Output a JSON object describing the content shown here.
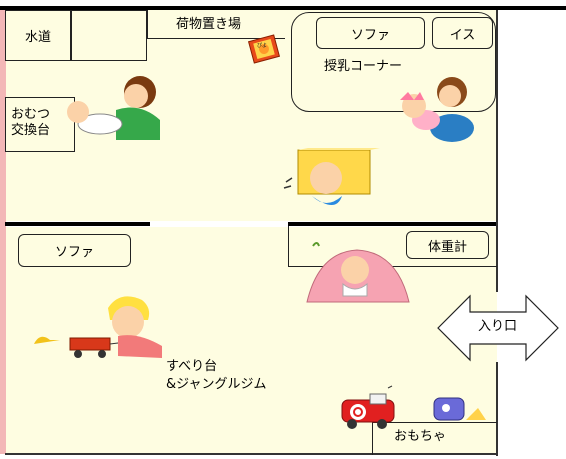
{
  "areas": {
    "water": "水道",
    "storage": "荷物置き場",
    "sofa_top": "ソファ",
    "chair": "イス",
    "nursing": "授乳コーナー",
    "diaper": "おむつ\n交換台",
    "sofa_left": "ソファ",
    "scale": "体重計",
    "slide": "すべり台\n&ジャングルジム",
    "entrance": "入り口",
    "toys": "おもちゃ"
  },
  "illustrations": {
    "picture_book": "ぴよ"
  },
  "colors": {
    "floor": "#fefde1",
    "left_edge": "#f3b7b7",
    "wall": "#000000"
  }
}
